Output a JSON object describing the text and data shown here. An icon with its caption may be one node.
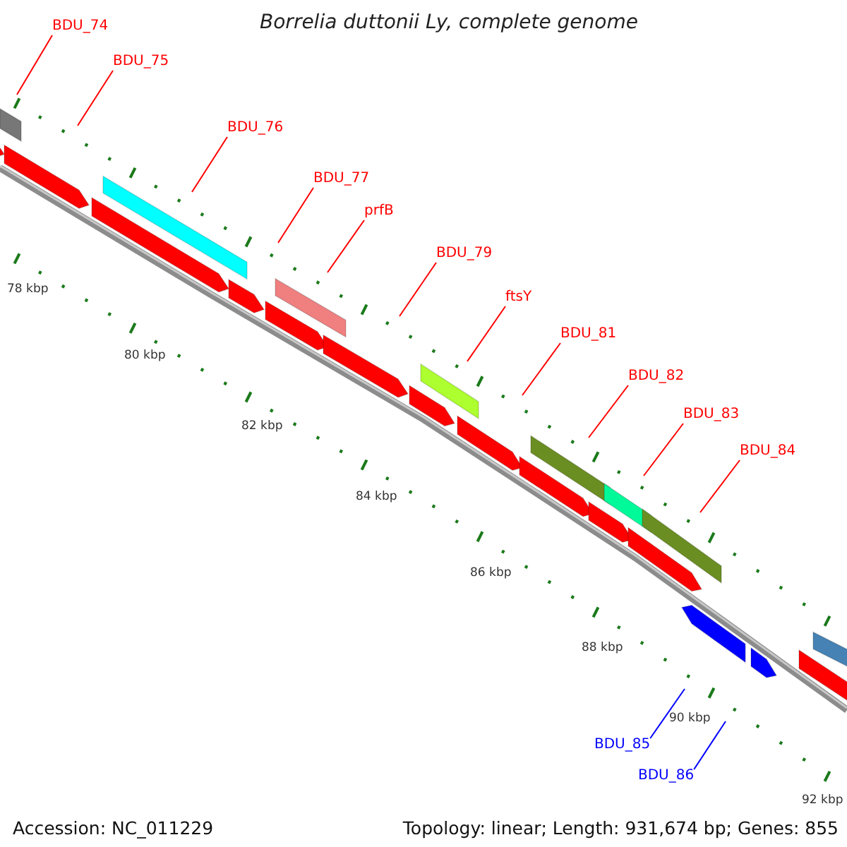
{
  "diagram": {
    "title": "Borrelia duttonii Ly, complete genome",
    "nodes": [
      {
        "text": [
          "BDU_74"
        ]
      },
      {
        "text": [
          "BDU_75"
        ]
      },
      {
        "text": [
          "BDU_76"
        ]
      },
      {
        "text": [
          "BDU_77"
        ]
      },
      {
        "text": [
          "prfB"
        ]
      },
      {
        "text": [
          "BDU_79"
        ]
      },
      {
        "text": [
          "ftsY"
        ]
      },
      {
        "text": [
          "BDU_81"
        ]
      },
      {
        "text": [
          "BDU_82"
        ]
      },
      {
        "text": [
          "BDU_83"
        ]
      },
      {
        "text": [
          "BDU_84"
        ]
      },
      {
        "text": [
          "BDU_85"
        ]
      },
      {
        "text": [
          "BDU_86"
        ]
      }
    ],
    "edges": [
      {
        "from": 0,
        "to": null,
        "arrow": "none"
      },
      {
        "from": 1,
        "to": null,
        "arrow": "none"
      },
      {
        "from": 2,
        "to": null,
        "arrow": "none"
      },
      {
        "from": 3,
        "to": null,
        "arrow": "none"
      },
      {
        "from": 4,
        "to": null,
        "arrow": "none"
      },
      {
        "from": 5,
        "to": null,
        "arrow": "none"
      },
      {
        "from": 6,
        "to": null,
        "arrow": "none"
      },
      {
        "from": 7,
        "to": null,
        "arrow": "none"
      },
      {
        "from": 8,
        "to": null,
        "arrow": "none"
      },
      {
        "from": 9,
        "to": null,
        "arrow": "none"
      },
      {
        "from": 10,
        "to": null,
        "arrow": "none"
      },
      {
        "from": 11,
        "to": null,
        "arrow": "none",
        "color": "#0000ff"
      },
      {
        "from": 12,
        "to": null,
        "arrow": "none",
        "color": "#0000ff"
      }
    ],
    "labels": [
      "78 kbp",
      "80 kbp",
      "82 kbp",
      "84 kbp",
      "86 kbp",
      "88 kbp",
      "90 kbp",
      "92 kbp",
      "Accession: NC_011229",
      "Topology: linear; Length: 931,674 bp; Genes: 855"
    ]
  }
}
